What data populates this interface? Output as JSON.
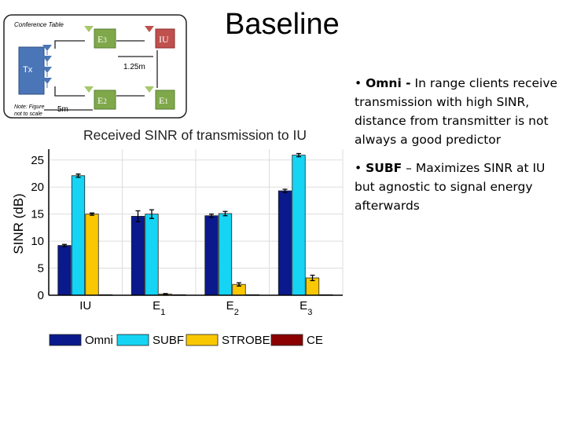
{
  "slide": {
    "title": "Baseline",
    "bullets": [
      {
        "term": "Omni -",
        "text": "  In range clients receive transmission with high SINR, distance from transmitter is not always a good predictor"
      },
      {
        "term": "SUBF",
        "text": " – Maximizes SINR at IU but agnostic to signal energy afterwards"
      }
    ]
  },
  "diagram": {
    "table_label": "Conference Table",
    "tx_label": "Tx",
    "nodes": [
      {
        "label": "E",
        "sub": "3",
        "color": "#7fa84a",
        "antenna": "#a8c86a"
      },
      {
        "label": "IU",
        "sub": "",
        "color": "#c0504d",
        "antenna": "#c0504d"
      },
      {
        "label": "E",
        "sub": "2",
        "color": "#7fa84a",
        "antenna": "#a8c86a"
      },
      {
        "label": "E",
        "sub": "1",
        "color": "#7fa84a",
        "antenna": "#a8c86a"
      }
    ],
    "dist_a": "1.25m",
    "dist_b": "5m",
    "note": [
      "Note: Figure",
      "not to scale"
    ]
  },
  "chart_data": {
    "type": "bar",
    "title": "Received SINR of transmission to IU",
    "ylabel": "SINR (dB)",
    "xlabel": "",
    "ylim": [
      0,
      27
    ],
    "yticks": [
      0,
      5,
      10,
      15,
      20,
      25
    ],
    "grid": true,
    "legend_position": "bottom",
    "categories": [
      {
        "label": "IU",
        "sub": ""
      },
      {
        "label": "E",
        "sub": "1"
      },
      {
        "label": "E",
        "sub": "2"
      },
      {
        "label": "E",
        "sub": "3"
      }
    ],
    "series": [
      {
        "name": "Omni",
        "color": "#0a1a8c",
        "values": [
          9.2,
          14.6,
          14.7,
          19.3
        ],
        "errors": [
          0.2,
          1.0,
          0.3,
          0.3
        ]
      },
      {
        "name": "SUBF",
        "color": "#15d4f4",
        "values": [
          22.1,
          15.0,
          15.1,
          25.9
        ],
        "errors": [
          0.3,
          0.8,
          0.4,
          0.3
        ]
      },
      {
        "name": "STROBE",
        "color": "#f9c802",
        "values": [
          15.0,
          0.2,
          2.0,
          3.2
        ],
        "errors": [
          0.2,
          0.1,
          0.3,
          0.5
        ]
      },
      {
        "name": "CE",
        "color": "#8b0000",
        "values": [
          0.1,
          0.1,
          0.1,
          0.1
        ],
        "errors": [
          0,
          0,
          0,
          0
        ]
      }
    ]
  }
}
